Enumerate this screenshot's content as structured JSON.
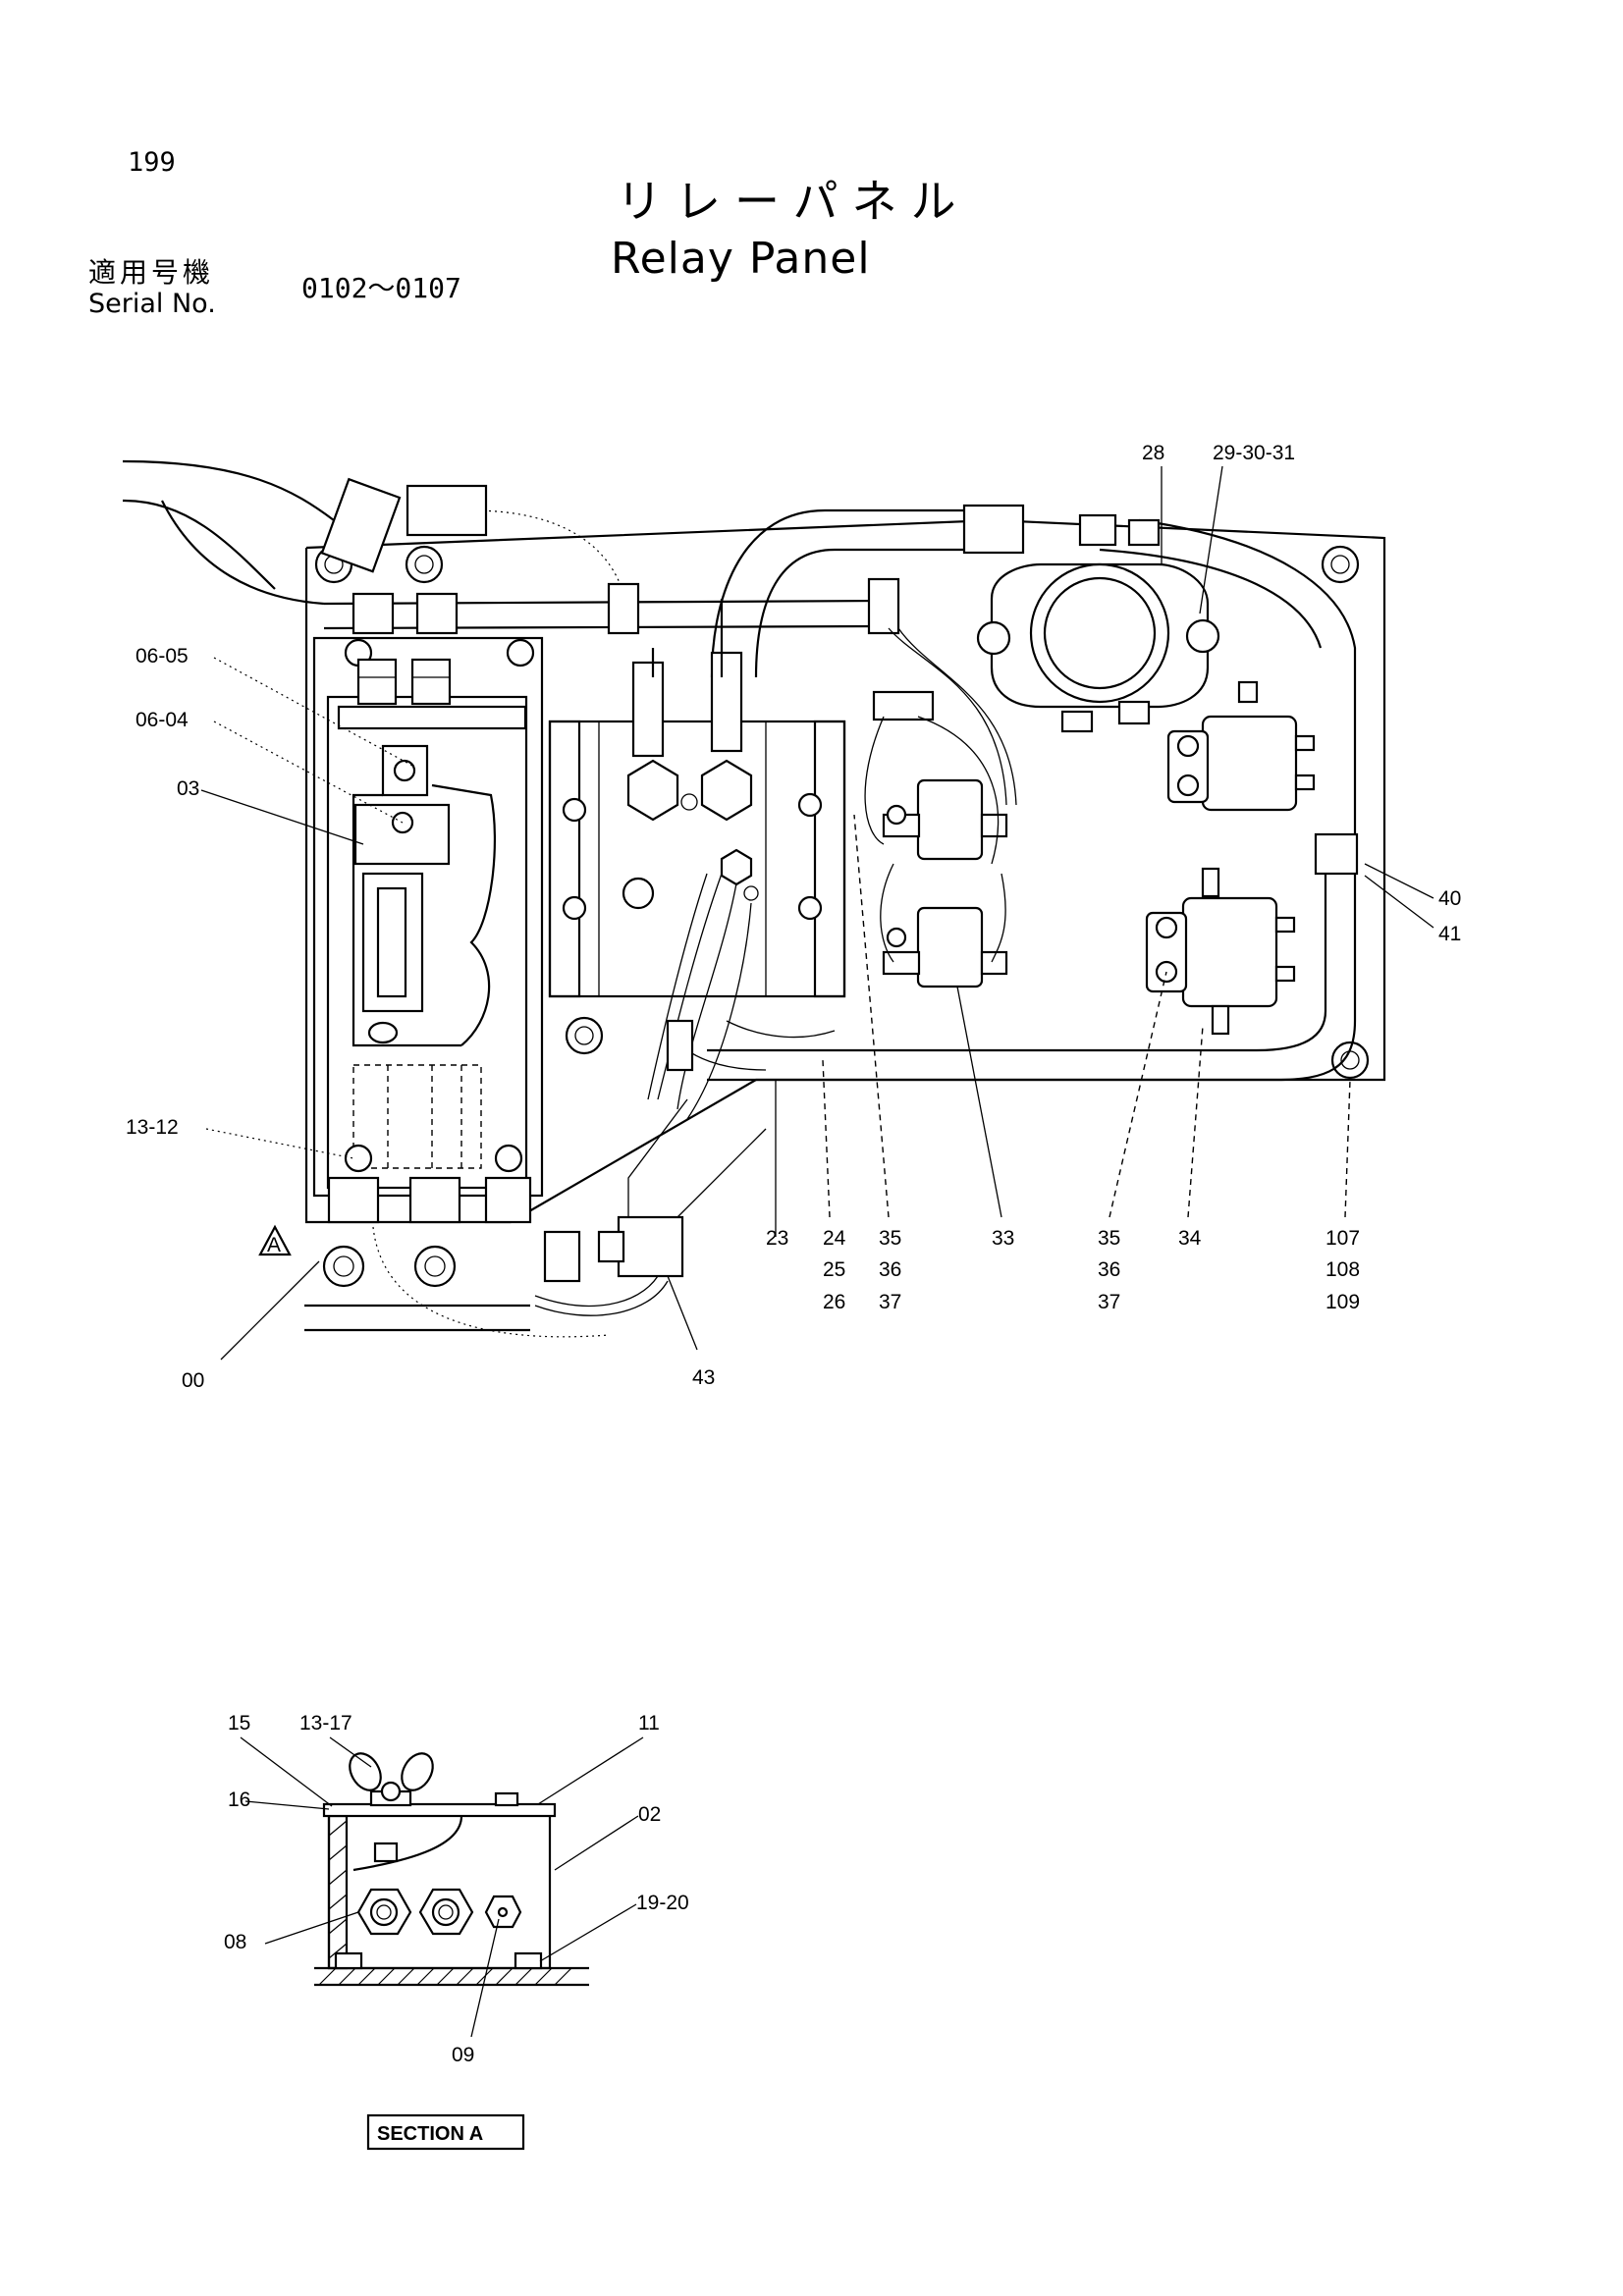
{
  "header": {
    "page_number": "199",
    "title_jp": "リレーパネル",
    "title_en": "Relay Panel",
    "serial_label_jp": "適用号機",
    "serial_label_en": "Serial No.",
    "serial_range": "0102～0107"
  },
  "view_marker": "A",
  "section_label": "SECTION A",
  "callouts": {
    "c28": "28",
    "c29_30_31": "29-30-31",
    "c06_05": "06-05",
    "c06_04": "06-04",
    "c03": "03",
    "c13_12": "13-12",
    "c00": "00",
    "c43": "43",
    "c23": "23",
    "c24": "24",
    "c25": "25",
    "c26": "26",
    "c35a": "35",
    "c36a": "36",
    "c37a": "37",
    "c33": "33",
    "c35b": "35",
    "c36b": "36",
    "c37b": "37",
    "c34": "34",
    "c107": "107",
    "c108": "108",
    "c109": "109",
    "c40": "40",
    "c41": "41",
    "s15": "15",
    "s13_17": "13-17",
    "s11": "11",
    "s16": "16",
    "s02": "02",
    "s19_20": "19-20",
    "s08": "08",
    "s09": "09"
  }
}
